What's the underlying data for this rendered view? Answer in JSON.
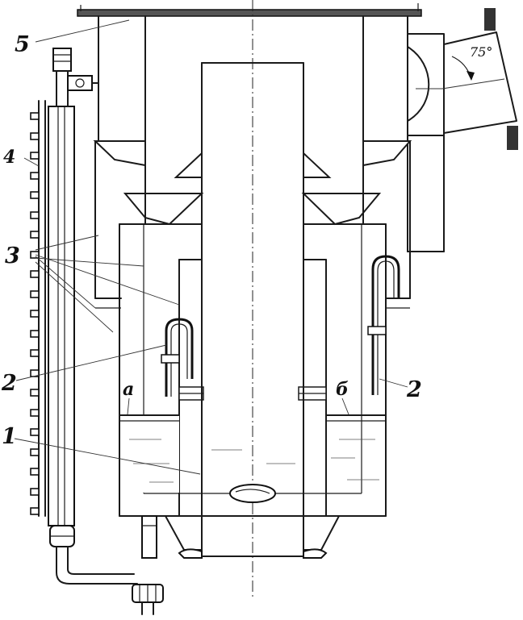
{
  "labels": {
    "l1": "1",
    "l2_left": "2",
    "l2_right": "2",
    "l3": "3",
    "l4": "4",
    "l5": "5",
    "la": "а",
    "lb": "б",
    "angle": "75°"
  }
}
